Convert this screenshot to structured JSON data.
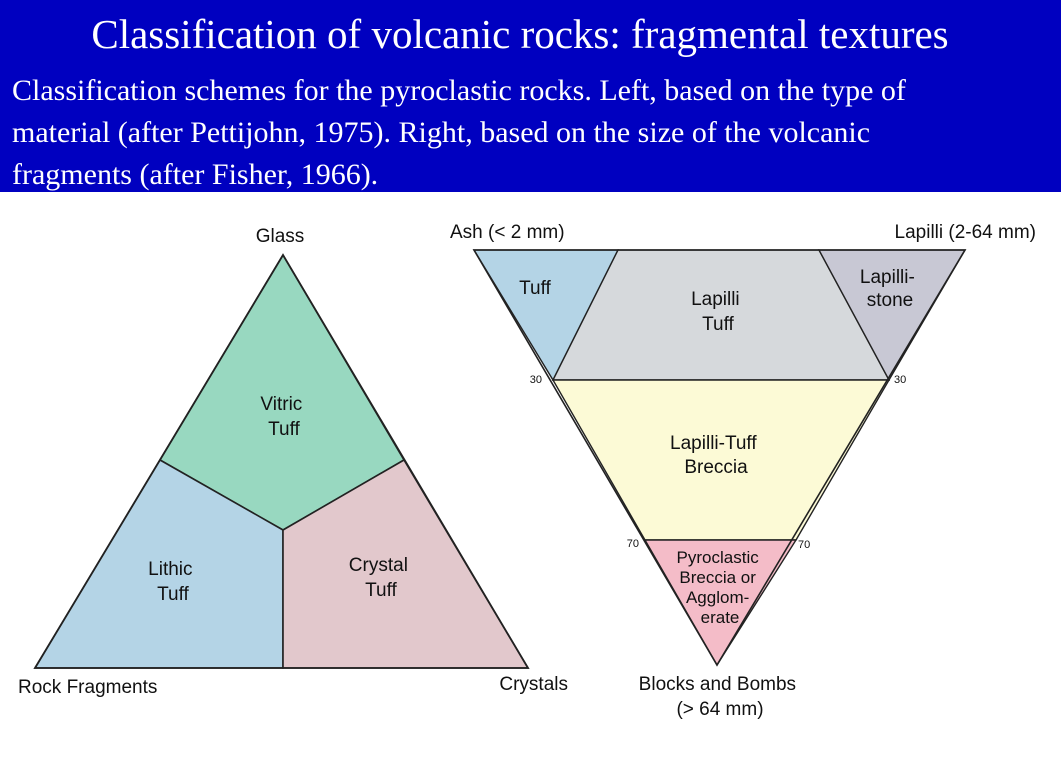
{
  "header": {
    "title": "Classification of volcanic rocks: fragmental textures",
    "caption_lines": [
      "Classification schemes for the pyroclastic rocks. Left, based on the type of",
      "material (after Pettijohn, 1975). Right, based on the size of the volcanic",
      "fragments (after Fisher, 1966)."
    ]
  },
  "left_diagram": {
    "apex_top": "Glass",
    "apex_left": "Rock Fragments",
    "apex_right": "Crystals",
    "fields": [
      {
        "name": "vitric",
        "lines": [
          "Vitric",
          "Tuff"
        ],
        "color": "#98d8c0"
      },
      {
        "name": "lithic",
        "lines": [
          "Lithic",
          "Tuff"
        ],
        "color": "#b4d4e6"
      },
      {
        "name": "crystal",
        "lines": [
          "Crystal",
          "Tuff"
        ],
        "color": "#e2c8cc"
      }
    ]
  },
  "right_diagram": {
    "corner_top_left": "Ash (< 2 mm)",
    "corner_top_right": "Lapilli (2-64 mm)",
    "corner_bottom": [
      "Blocks and Bombs",
      "(> 64 mm)"
    ],
    "ticks": {
      "upper": "30",
      "lower": "70"
    },
    "fields": [
      {
        "name": "tuff",
        "lines": [
          "Tuff"
        ],
        "color": "#b4d4e6"
      },
      {
        "name": "lapilli-tuff",
        "lines": [
          "Lapilli",
          "Tuff"
        ],
        "color": "#d6d9dc"
      },
      {
        "name": "lapillistone",
        "lines": [
          "Lapilli-",
          "stone"
        ],
        "color": "#c8c8d4"
      },
      {
        "name": "lapilli-tuff-breccia",
        "lines": [
          "Lapilli-Tuff",
          "Breccia"
        ],
        "color": "#fcfad6"
      },
      {
        "name": "pyroclastic-breccia",
        "lines": [
          "Pyroclastic",
          "Breccia or",
          "Agglom-",
          "erate"
        ],
        "color": "#f4bcc8"
      }
    ]
  }
}
